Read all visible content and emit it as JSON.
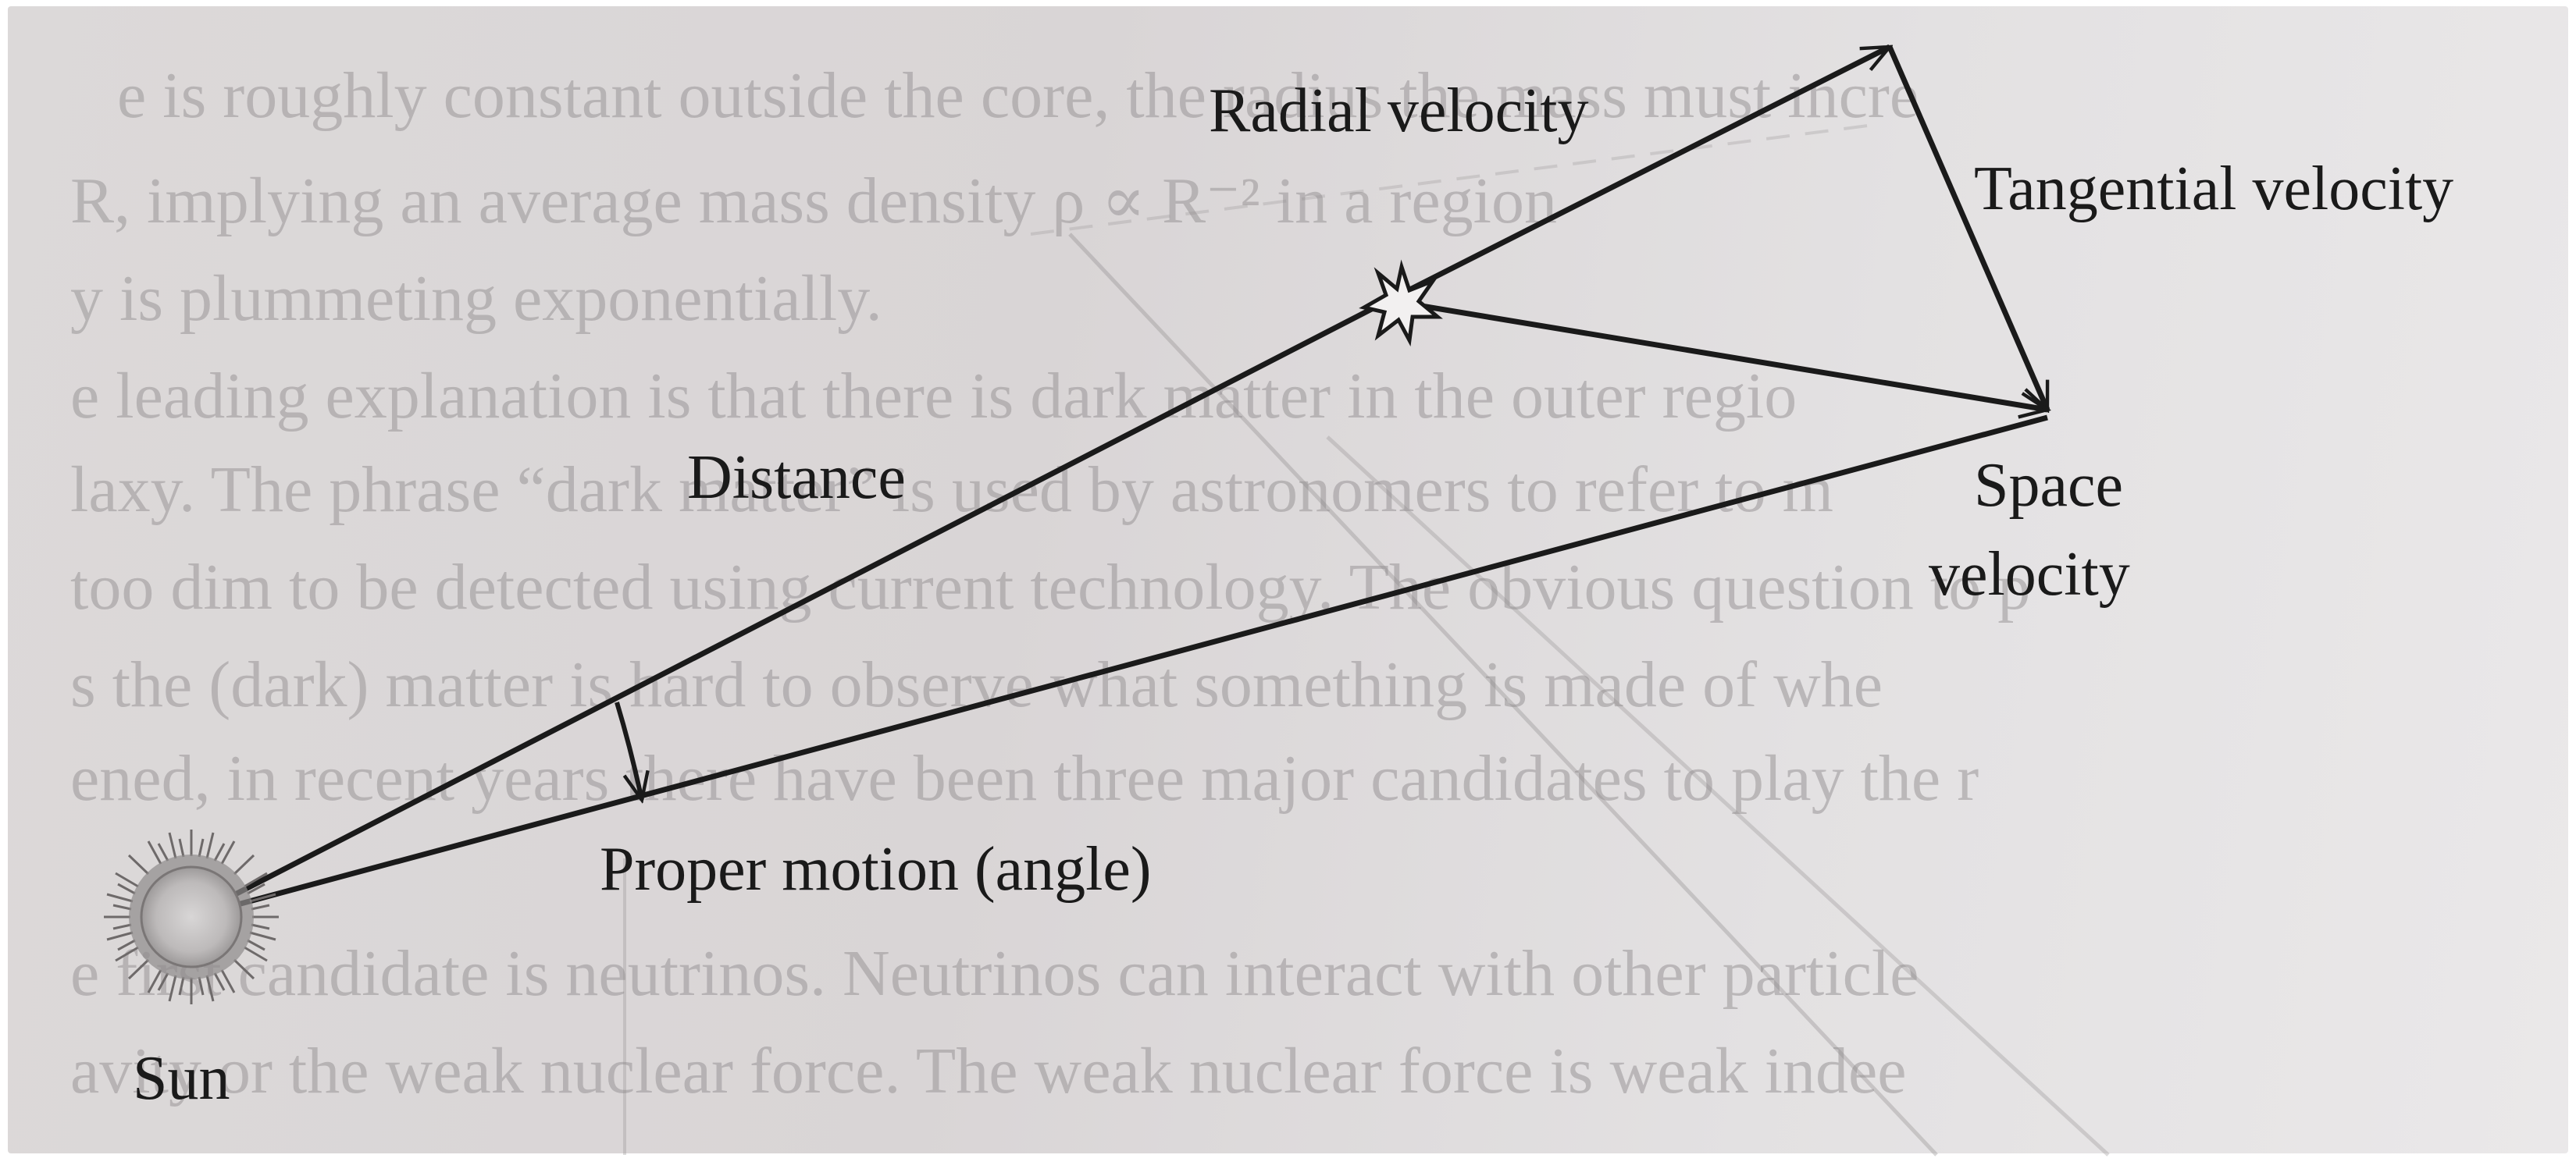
{
  "diagram": {
    "labels": {
      "radial": "Radial velocity",
      "tangential": "Tangential velocity",
      "distance": "Distance",
      "space_line1": "Space",
      "space_line2": "velocity",
      "proper_motion": "Proper motion (angle)",
      "sun": "Sun"
    },
    "icons": {
      "sun": "sun-icon",
      "star": "star-icon"
    },
    "colors": {
      "ink": "#1a1a1a",
      "paper": "#dcd9d9"
    }
  }
}
